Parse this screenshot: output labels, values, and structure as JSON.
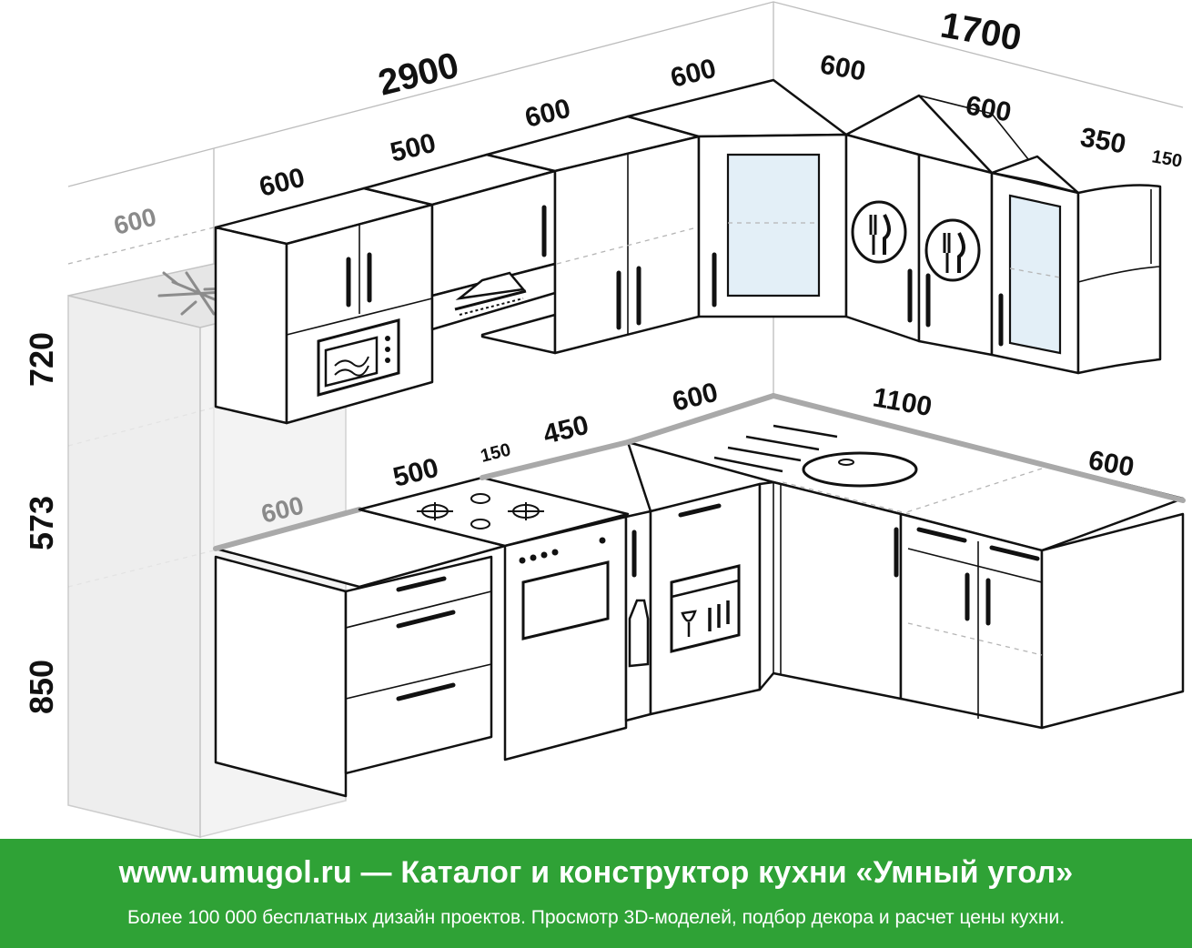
{
  "dimensions": {
    "total_back_wall": "2900",
    "total_side_wall": "1700",
    "height_upper": "720",
    "height_gap": "573",
    "height_base": "850",
    "fridge_depth": "600",
    "upper_1": "600",
    "upper_2": "500",
    "upper_3": "600",
    "upper_4": "600",
    "upper_corner_side": "600",
    "upper_side_2": "600",
    "upper_side_3": "350",
    "upper_side_4": "150",
    "base_1": "600",
    "base_2": "500",
    "base_3": "150",
    "base_4": "450",
    "base_5": "600",
    "base_side_1": "1100",
    "base_side_2": "600"
  },
  "footer": {
    "title": "www.umugol.ru — Каталог и конструктор кухни «Умный угол»",
    "subtitle": "Более 100 000 бесплатных дизайн проектов. Просмотр 3D-моделей, подбор декора и расчет цены кухни."
  },
  "colors": {
    "footer_bg": "#2fa236",
    "glass": "#e3eff7",
    "fridge": "#ececec"
  },
  "icons": [
    "snowflake-icon",
    "microwave-icon",
    "range-hood-icon",
    "cutlery-icon",
    "stove-burner-icon",
    "oven-icon",
    "dishwasher-icon",
    "bottle-icon",
    "sink-icon"
  ]
}
